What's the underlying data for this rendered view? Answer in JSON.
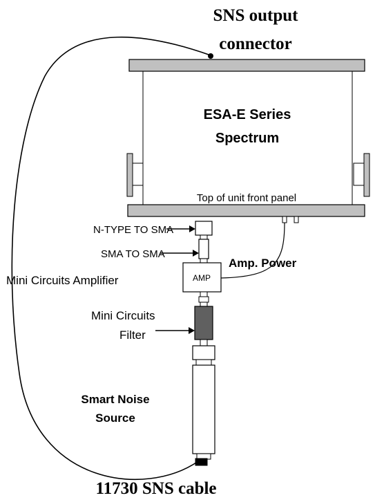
{
  "labels": {
    "sns_output_line1": "SNS output",
    "sns_output_line2": "connector",
    "analyzer_line1": "ESA-E Series",
    "analyzer_line2": "Spectrum",
    "front_panel": "Top of unit front panel",
    "n_type_to_sma": "N-TYPE TO SMA",
    "sma_to_sma": "SMA TO SMA",
    "amp_power": "Amp. Power",
    "mini_circuits_amplifier": "Mini Circuits Amplifier",
    "amp_box": "AMP",
    "filter_line1": "Mini Circuits",
    "filter_line2": "Filter",
    "noise_line1": "Smart Noise",
    "noise_line2": "Source",
    "cable": "11730 SNS cable"
  },
  "colors": {
    "panel_fill": "#c0c0c0",
    "filter_fill": "#606060",
    "connector_fill": "#000000",
    "line": "#000000"
  }
}
